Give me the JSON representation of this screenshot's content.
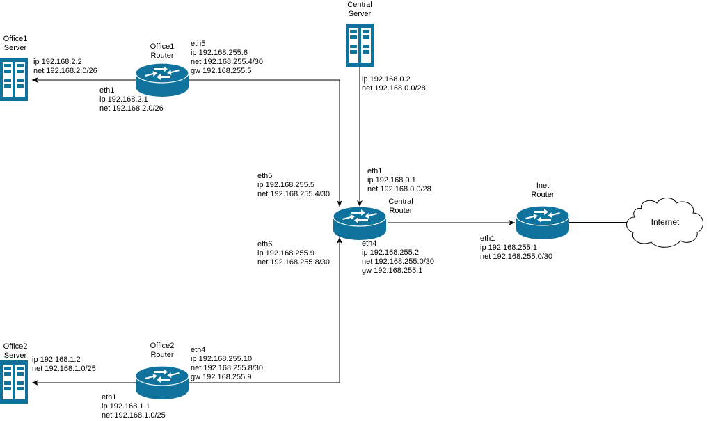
{
  "nodes": {
    "office1_server": {
      "name": "Office1\nServer"
    },
    "office1_router": {
      "name": "Office1\nRouter"
    },
    "central_server": {
      "name": "Central\nServer"
    },
    "central_router": {
      "name": "Central\nRouter"
    },
    "inet_router": {
      "name": "Inet\nRouter"
    },
    "office2_server": {
      "name": "Office2\nServer"
    },
    "office2_router": {
      "name": "Office2\nRouter"
    },
    "internet": {
      "name": "Internet"
    }
  },
  "labels": {
    "office1_server_addr": "ip 192.168.2.2\nnet 192.168.2.0/26",
    "office1_router_eth1": "eth1\nip 192.168.2.1\nnet 192.168.2.0/26",
    "office1_router_eth5": "eth5\nip 192.168.255.6\nnet 192.168.255.4/30\ngw 192.168.255.5",
    "central_server_addr": "ip 192.168.0.2\nnet 192.168.0.0/28",
    "central_router_eth1": "eth1\nip 192.168.0.1\nnet 192.168.0.0/28",
    "central_router_eth5": "eth5\nip 192.168.255.5\nnet 192.168.255.4/30",
    "central_router_eth6": "eth6\nip 192.168.255.9\nnet 192.168.255.8/30",
    "central_router_eth4": "eth4\nip 192.168.255.2\nnet 192.168.255.0/30\ngw 192.168.255.1",
    "inet_router_eth1": "eth1\nip 192.168.255.1\nnet 192.168.255.0/30",
    "office2_server_addr": "ip 192.168.1.2\nnet 192.168.1.0/25",
    "office2_router_eth4": "eth4\nip 192.168.255.10\nnet 192.168.255.8/30\ngw 192.168.255.9",
    "office2_router_eth1": "eth1\nip 192.168.1.1\nnet 192.168.1.0/25"
  },
  "colors": {
    "device_fill": "#10739E",
    "device_stroke": "#ffffff",
    "line": "#000000",
    "cloud_fill": "#ffffff"
  },
  "icons": {
    "server": "server-rack-icon",
    "router": "router-icon",
    "cloud": "cloud-icon"
  }
}
